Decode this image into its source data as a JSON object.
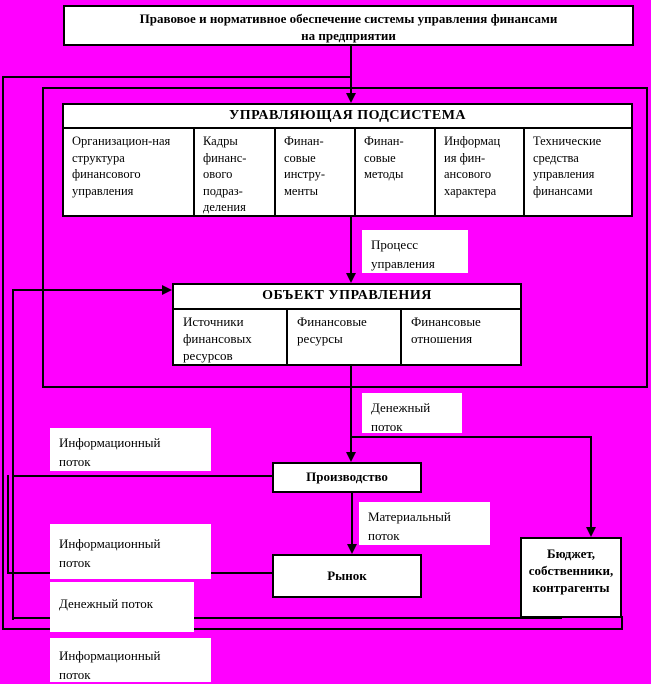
{
  "colors": {
    "background": "#ff00ff",
    "box_background": "#ffffff",
    "line": "#000000"
  },
  "title": {
    "text": "Правовое и нормативное обеспечение системы управления финансами\nна предприятии"
  },
  "managing_subsystem": {
    "header": "УПРАВЛЯЮЩАЯ ПОДСИСТЕМА",
    "cells": [
      {
        "label": "Организацион-ная\nструктура\nфинансового\nуправления"
      },
      {
        "label": "Кадры\nфинанс-\nового\nподраз-\nделения"
      },
      {
        "label": "Финан-\nсовые\nинстру-\nменты"
      },
      {
        "label": "Финан-\nсовые\nметоды"
      },
      {
        "label": "Информац\nия фин-\nансового\nхарактера"
      },
      {
        "label": "Технические\nсредства\nуправления\nфинансами"
      }
    ]
  },
  "process_label": {
    "text": "Процесс\nуправления"
  },
  "management_object": {
    "header": "ОБЪЕКТ УПРАВЛЕНИЯ",
    "cells": [
      {
        "label": "Источники\nфинансовых\nресурсов"
      },
      {
        "label": "Финансовые\nресурсы"
      },
      {
        "label": "Финансовые\nотношения"
      }
    ]
  },
  "flow_labels": {
    "cash_flow_top": "Денежный\nпоток",
    "info_flow_top": "Информационный\nпоток",
    "material_flow": "Материальный\nпоток",
    "info_flow_middle": "Информационный\nпоток",
    "cash_flow_bottom": "Денежный поток",
    "info_flow_bottom": "Информационный\nпоток"
  },
  "nodes": {
    "production": "Производство",
    "market": "Рынок",
    "budget": "Бюджет,\nсобственники,\nконтрагенты"
  }
}
